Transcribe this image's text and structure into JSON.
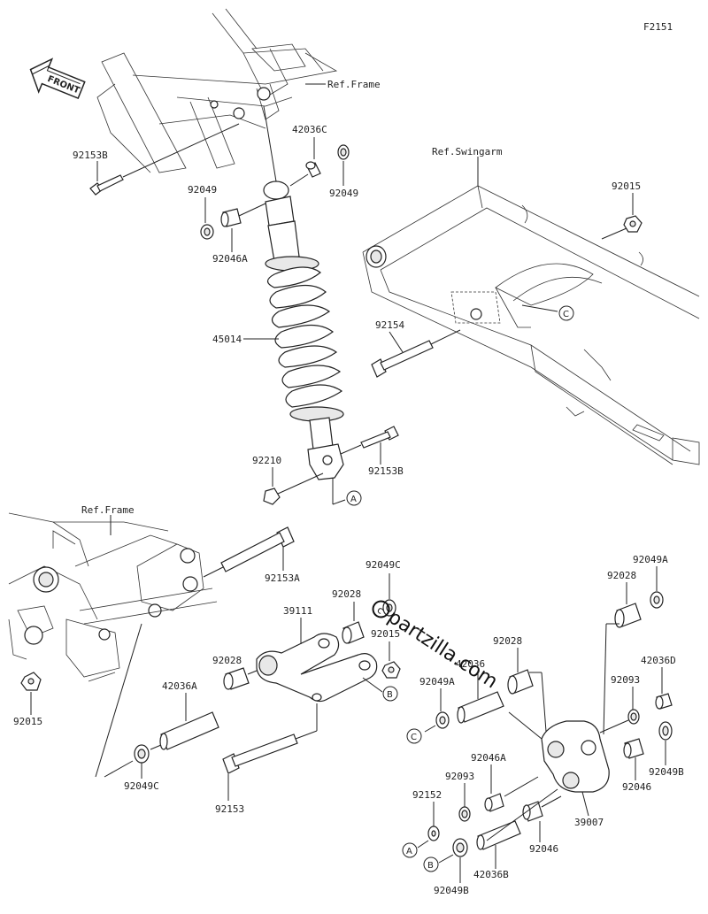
{
  "figure_code": "F2151",
  "front_badge": "FRONT",
  "watermark": "partzilla.com",
  "ref_labels": {
    "frame_top": "Ref.Frame",
    "swingarm": "Ref.Swingarm",
    "frame_bottom": "Ref.Frame"
  },
  "callouts": {
    "a_shock": "A",
    "a_bottom": "A",
    "b_link": "B",
    "b_bottom": "B",
    "c_swing": "C",
    "c_link": "C"
  },
  "parts": {
    "p92153B_top": "92153B",
    "p42036C": "42036C",
    "p92049_left": "92049",
    "p92049_right": "92049",
    "p92046A_top": "92046A",
    "p45014": "45014",
    "p92015_top": "92015",
    "p92154": "92154",
    "p92210": "92210",
    "p92153B_mid": "92153B",
    "p92153A": "92153A",
    "p92049C_top": "92049C",
    "p92028_a": "92028",
    "p39111": "39111",
    "p92015_mid": "92015",
    "p92028_b": "92028",
    "p42036_mid": "42036",
    "p92028_c": "92028",
    "p92049A_mid": "92049A",
    "p92028_d": "92028",
    "p92049A_right": "92049A",
    "p42036A_left": "42036A",
    "p92015_left": "92015",
    "p92049C_bot": "92049C",
    "p92153": "92153",
    "p42036D": "42036D",
    "p92093_right": "92093",
    "p92046A_bot": "92046A",
    "p92093_bot": "92093",
    "p92152": "92152",
    "p92049B_right": "92049B",
    "p92046_right": "92046",
    "p39007": "39007",
    "p92046_bot": "92046",
    "p42036B": "42036B",
    "p92049B_bot": "92049B"
  }
}
